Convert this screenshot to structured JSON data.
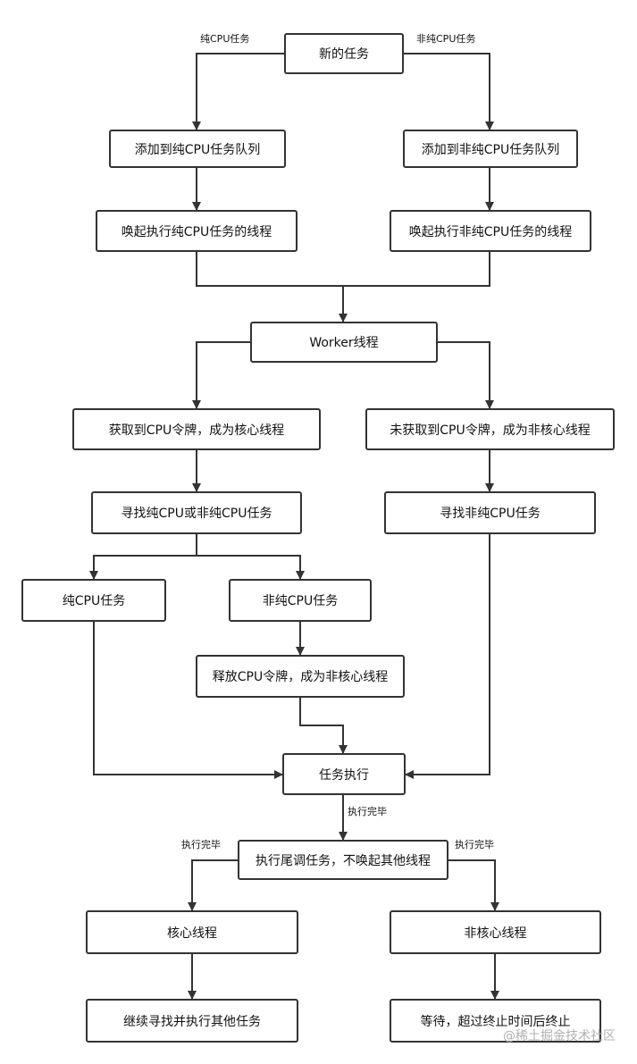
{
  "nodes": {
    "new_task": "新的任务",
    "add_pure": "添加到纯CPU任务队列",
    "add_nonpure": "添加到非纯CPU任务队列",
    "wake_pure": "唤起执行纯CPU任务的线程",
    "wake_nonpure": "唤起执行非纯CPU任务的线程",
    "worker": "Worker线程",
    "got_token": "获取到CPU令牌，成为核心线程",
    "no_token": "未获取到CPU令牌，成为非核心线程",
    "find_any": "寻找纯CPU或非纯CPU任务",
    "find_nonpure": "寻找非纯CPU任务",
    "pure_task": "纯CPU任务",
    "nonpure_task": "非纯CPU任务",
    "release_token": "释放CPU令牌，成为非核心线程",
    "exec_task": "任务执行",
    "tail_task": "执行尾调任务，不唤起其他线程",
    "core_thread": "核心线程",
    "noncore_thread": "非核心线程",
    "continue_find": "继续寻找并执行其他任务",
    "wait_terminate": "等待，超过终止时间后终止"
  },
  "edge_labels": {
    "pure_cpu_task": "纯CPU任务",
    "nonpure_cpu_task": "非纯CPU任务",
    "exec_done_center": "执行完毕",
    "exec_done_left": "执行完毕",
    "exec_done_right": "执行完毕"
  },
  "watermark": "@稀土掘金技术社区",
  "colors": {
    "stroke": "#333333",
    "text": "#111111",
    "background": "#ffffff"
  }
}
